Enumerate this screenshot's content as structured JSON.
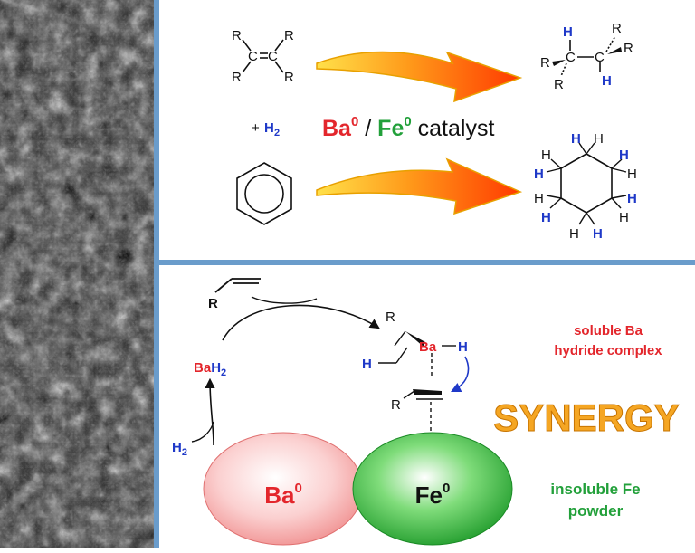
{
  "colors": {
    "divider": "#6a9ccb",
    "ba_red": "#e3262c",
    "fe_green": "#22a03a",
    "hydrogen_blue": "#1f39c8",
    "synergy_orange": "#f5a623",
    "arrow_orange": "#ff6a00",
    "arrow_yellow": "#ffd23a"
  },
  "top_panel": {
    "alkene": {
      "substituents": [
        "R",
        "R",
        "R",
        "R"
      ],
      "carbons": [
        "C",
        "C"
      ],
      "bond": "="
    },
    "h2_reagent": {
      "plus": "+",
      "h2": "H",
      "sub": "2"
    },
    "catalyst": {
      "ba_element": "Ba",
      "ba_sup": "0",
      "separator": "/",
      "fe_element": "Fe",
      "fe_sup": "0",
      "word": "catalyst"
    },
    "alkane_product": {
      "hydrogens": [
        "H",
        "H"
      ],
      "substituents": [
        "R",
        "R",
        "R",
        "R"
      ],
      "carbons": [
        "C",
        "C"
      ]
    },
    "benzene": {
      "name": "benzene-ring"
    },
    "cyclohexane": {
      "added_h": [
        "H",
        "H",
        "H",
        "H",
        "H",
        "H"
      ],
      "original_h": [
        "H",
        "H",
        "H",
        "H",
        "H",
        "H"
      ]
    }
  },
  "bottom_panel": {
    "alkene_substrate": {
      "r": "R"
    },
    "bah2": {
      "ba": "Ba",
      "h": "H",
      "sub": "2"
    },
    "h2_input": {
      "h": "H",
      "sub": "2"
    },
    "complex": {
      "r": "R",
      "h": "H",
      "ba": "Ba",
      "bond": "—",
      "ba_h": "H"
    },
    "coordinated_alkene": {
      "r": "R"
    },
    "soluble_label": [
      "soluble Ba",
      "hydride complex"
    ],
    "synergy": "SYNERGY",
    "ba_sphere": {
      "element": "Ba",
      "sup": "0"
    },
    "fe_sphere": {
      "element": "Fe",
      "sup": "0"
    },
    "insoluble_label": [
      "insoluble Fe",
      "powder"
    ]
  }
}
